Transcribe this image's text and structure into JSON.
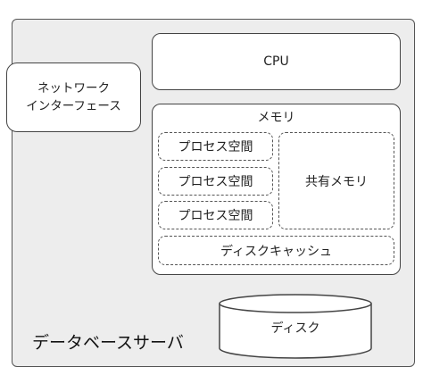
{
  "server": {
    "label": "データベースサーバ"
  },
  "network_interface": {
    "line1": "ネットワーク",
    "line2": "インターフェース"
  },
  "cpu": {
    "label": "CPU"
  },
  "memory": {
    "label": "メモリ",
    "process_spaces": [
      "プロセス空間",
      "プロセス空間",
      "プロセス空間"
    ],
    "shared_memory": "共有メモリ",
    "disk_cache": "ディスクキャッシュ"
  },
  "disk": {
    "label": "ディスク"
  }
}
